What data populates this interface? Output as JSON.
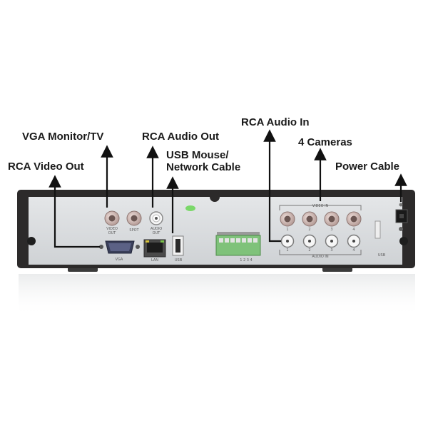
{
  "callouts": {
    "rca_audio_in": "RCA Audio In",
    "vga_monitor": "VGA Monitor/TV",
    "rca_audio_out": "RCA Audio Out",
    "four_cameras": "4 Cameras",
    "usb_mouse_line1": "USB Mouse/",
    "usb_mouse_line2": "Network Cable",
    "rca_video_out": "RCA Video Out",
    "power_cable": "Power Cable"
  },
  "panel_labels": {
    "video_out_1": "VIDEO",
    "video_out_2": "OUT",
    "spot": "SPOT",
    "audio_out_1": "AUDIO",
    "audio_out_2": "OUT",
    "vga": "VGA",
    "lan": "LAN",
    "usb_left": "USB",
    "video_in": "VIDEO IN",
    "audio_in": "AUDIO IN",
    "usb_right": "USB",
    "ch1": "1",
    "ch2": "2",
    "ch3": "3",
    "ch4": "4",
    "alarm_pins": "1 2 3 4"
  },
  "colors": {
    "panel_face": "#d8dbde",
    "chassis": "#2c2a2a",
    "terminal_green": "#7fc27a",
    "arrow": "#111111"
  }
}
